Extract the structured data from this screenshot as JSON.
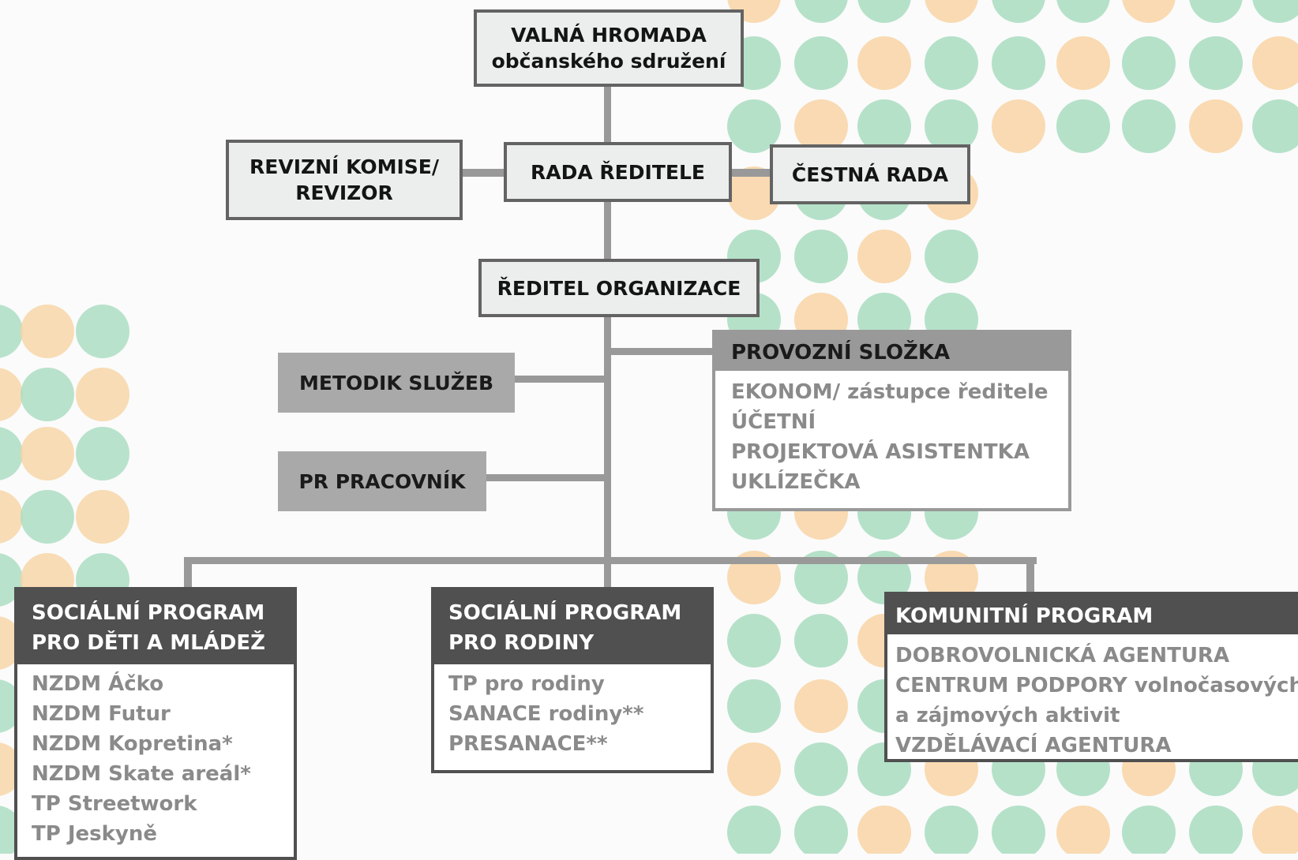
{
  "colors": {
    "background": "#fbfbfb",
    "connector": "#999999",
    "box_fill": "#eceeed",
    "box_border": "#636363",
    "grey_box_fill": "#a9a9a9",
    "dark_header": "#505050",
    "list_text": "#8a8a8a",
    "dot_green": "#a8dcc0",
    "dot_orange": "#f8d4a4"
  },
  "top": {
    "line1": "VALNÁ HROMADA",
    "line2": "občanského sdružení"
  },
  "revizni": {
    "line1": "REVIZNÍ KOMISE/",
    "line2": "REVIZOR"
  },
  "rada": "RADA ŘEDITELE",
  "cestna": "ČESTNÁ RADA",
  "reditel": "ŘEDITEL ORGANIZACE",
  "metodik": "METODIK SLUŽEB",
  "pr": "PR PRACOVNÍK",
  "provozni": {
    "title": "PROVOZNÍ SLOŽKA",
    "items": [
      "EKONOM/ zástupce ředitele",
      "ÚČETNÍ",
      "PROJEKTOVÁ ASISTENTKA",
      "UKLÍZEČKA"
    ]
  },
  "program_deti": {
    "title1": "SOCIÁLNÍ PROGRAM",
    "title2": "PRO DĚTI A MLÁDEŽ",
    "items": [
      "NZDM Áčko",
      "NZDM Futur",
      "NZDM Kopretina*",
      "NZDM Skate areál*",
      "TP Streetwork",
      "TP Jeskyně"
    ]
  },
  "program_rodiny": {
    "title1": "SOCIÁLNÍ PROGRAM",
    "title2": "PRO RODINY",
    "items": [
      "TP pro rodiny",
      "SANACE rodiny**",
      "PRESANACE**"
    ]
  },
  "komunitni": {
    "title": "KOMUNITNÍ PROGRAM",
    "items": [
      "DOBROVOLNICKÁ AGENTURA",
      "CENTRUM PODPORY volnočasových",
      "a zájmových aktivit",
      "VZDĚLÁVACÍ AGENTURA"
    ]
  }
}
